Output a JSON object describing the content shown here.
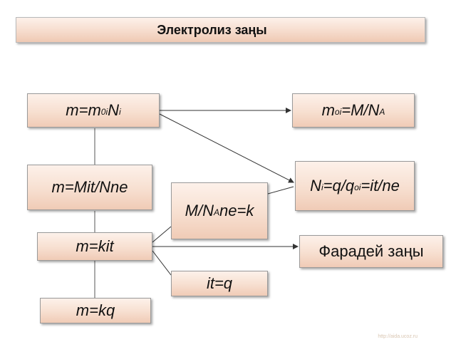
{
  "title": "Электролиз заңы",
  "nodes": {
    "m_formula": {
      "main": "m=m",
      "sub1": "0i",
      "mid": "N",
      "sub2": "i"
    },
    "m0i_formula": {
      "pre": "m",
      "sub1": "oi",
      "rest": "=M/N",
      "sub2": "A"
    },
    "m_mit": {
      "text": "m=Mit/Nne"
    },
    "ni_formula": {
      "pre": "N",
      "sub1": "i",
      "mid": "=q/q",
      "sub2": "oi",
      "rest": "=it/ne"
    },
    "m_na": {
      "pre": "M/N",
      "sub": "A",
      "rest": "ne=k"
    },
    "m_kit": {
      "text": "m=kit"
    },
    "faraday": {
      "text": "Фарадей заңы"
    },
    "it_q": {
      "text": "it=q"
    },
    "m_kq": {
      "text": "m=kq"
    }
  },
  "watermark": "http://aida.ucoz.ru",
  "colors": {
    "box_top": "#fdf1ea",
    "box_bottom": "#f0cbb6",
    "line": "#333333"
  }
}
